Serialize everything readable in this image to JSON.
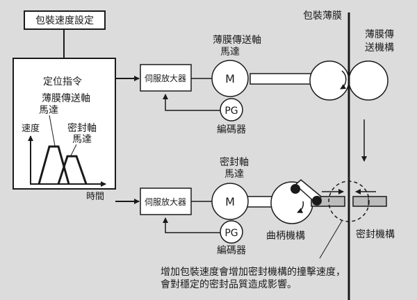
{
  "title_box": "包裝速度設定",
  "controller": {
    "title": "定位指令",
    "film_motor_label_line1": "薄膜傳送軸",
    "film_motor_label_line2": "馬達",
    "seal_motor_label_line1": "密封軸",
    "seal_motor_label_line2": "馬達",
    "y_axis": "速度",
    "x_axis": "時間"
  },
  "top_row": {
    "amp": "伺服放大器",
    "motor_label_line1": "薄膜傳送軸",
    "motor_label_line2": "馬達",
    "motor": "M",
    "encoder": "PG",
    "encoder_label": "編碼器"
  },
  "bottom_row": {
    "amp": "伺服放大器",
    "motor_label_line1": "密封軸",
    "motor_label_line2": "馬達",
    "motor": "M",
    "encoder": "PG",
    "encoder_label": "編碼器",
    "crank_label": "曲柄機構"
  },
  "film": {
    "label": "包裝薄膜",
    "feed_label_line1": "薄膜傳",
    "feed_label_line2": "送機構",
    "seal_label": "密封機構"
  },
  "note": {
    "line1": "增加包裝速度會增加密封機構的撞擊速度，",
    "line2": "會對穩定的密封品質造成影響。"
  }
}
